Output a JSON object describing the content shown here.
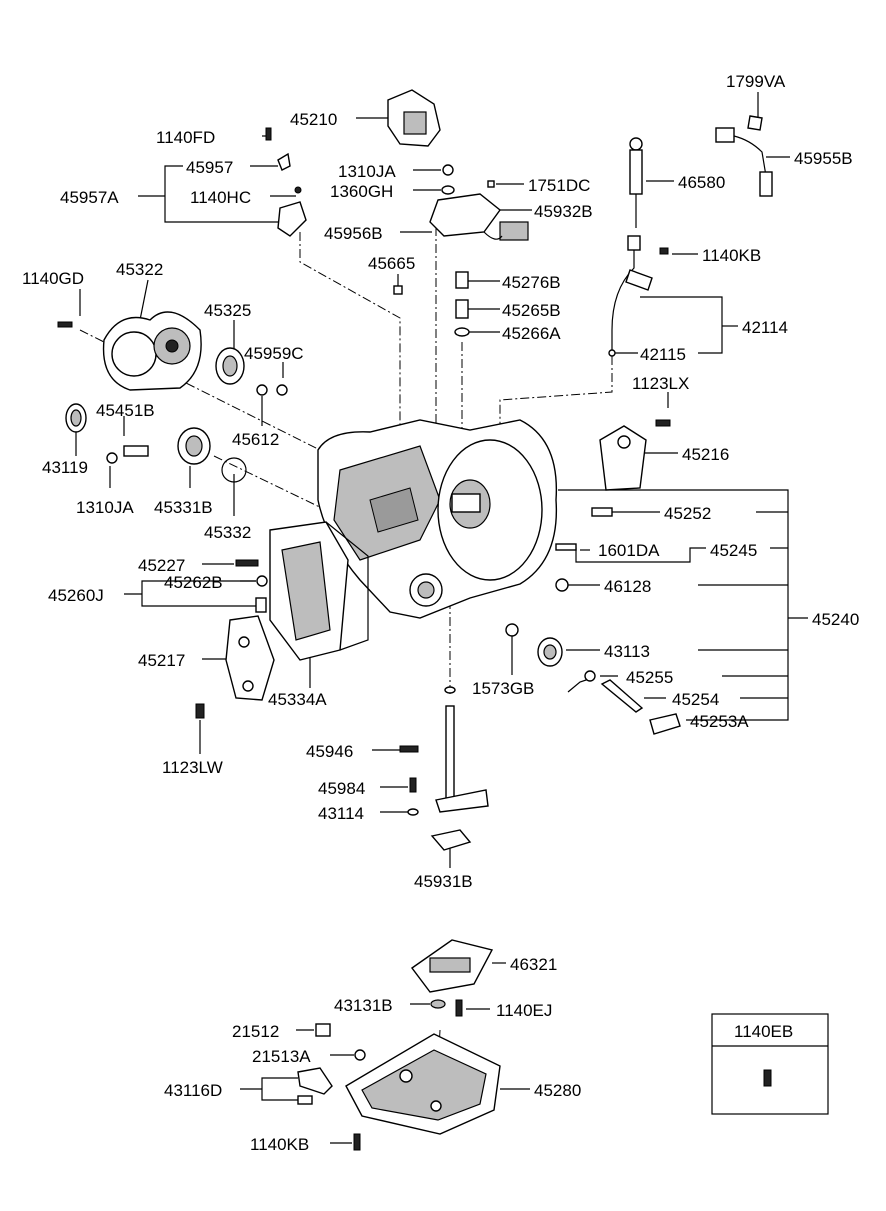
{
  "callouts": {
    "p1799VA": "1799VA",
    "p45210": "45210",
    "p1140FD": "1140FD",
    "p45957": "45957",
    "p45957A": "45957A",
    "p1140HC": "1140HC",
    "p1310JA_top": "1310JA",
    "p1360GH": "1360GH",
    "p1751DC": "1751DC",
    "p46580": "46580",
    "p45955B": "45955B",
    "p45932B": "45932B",
    "p45956B": "45956B",
    "p1140KB_top": "1140KB",
    "p45665": "45665",
    "p45276B": "45276B",
    "p1140GD": "1140GD",
    "p45322": "45322",
    "p45265B": "45265B",
    "p45325": "45325",
    "p45266A": "45266A",
    "p42114": "42114",
    "p45959C": "45959C",
    "p42115": "42115",
    "p1123LX": "1123LX",
    "p45451B": "45451B",
    "p43119": "43119",
    "p45612": "45612",
    "p45216": "45216",
    "p1310JA_left": "1310JA",
    "p45331B": "45331B",
    "p45252": "45252",
    "p45332": "45332",
    "p1601DA": "1601DA",
    "p45245": "45245",
    "p45227": "45227",
    "p45262B": "45262B",
    "p46128": "46128",
    "p45260J": "45260J",
    "p45240": "45240",
    "p45217": "45217",
    "p43113": "43113",
    "p1573GB": "1573GB",
    "p45255": "45255",
    "p45334A": "45334A",
    "p45254": "45254",
    "p45253A": "45253A",
    "p1123LW": "1123LW",
    "p45946": "45946",
    "p45984": "45984",
    "p43114": "43114",
    "p45931B": "45931B",
    "p46321": "46321",
    "p43131B": "43131B",
    "p1140EJ": "1140EJ",
    "p21512": "21512",
    "p21513A": "21513A",
    "p43116D": "43116D",
    "p45280": "45280",
    "p1140KB_bottom": "1140KB",
    "p1140EB": "1140EB"
  }
}
